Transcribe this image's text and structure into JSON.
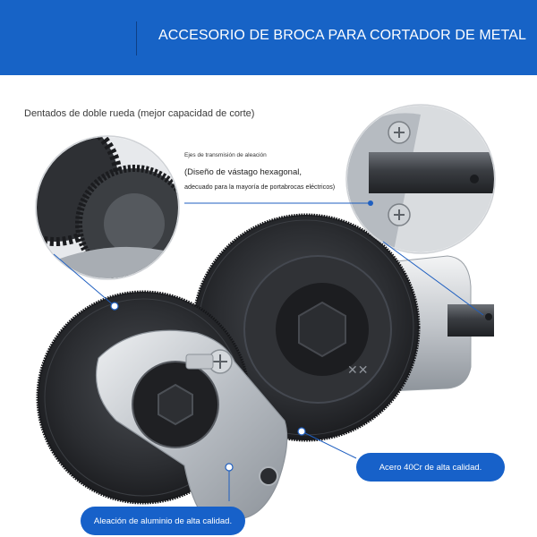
{
  "header": {
    "title": "ACCESORIO DE BROCA PARA CORTADOR DE METAL"
  },
  "callouts": {
    "gear_teeth": "Dentados de doble rueda (mejor capacidad de corte)",
    "shaft_title": "Ejes de transmisión de aleación",
    "shaft_line1": "(Diseño de vástago hexagonal,",
    "shaft_line2": "adecuado para la mayoría de portabrocas eléctricos)",
    "steel": "Acero 40Cr de alta calidad.",
    "aluminum": "Aleación de aluminio de alta calidad."
  },
  "colors": {
    "header_bg": "#1763c6",
    "accent_blue": "#1761c9",
    "leader_line": "#1f5fc0",
    "blade_dark": "#2c2e31",
    "aluminum": "#c9cdd2"
  }
}
